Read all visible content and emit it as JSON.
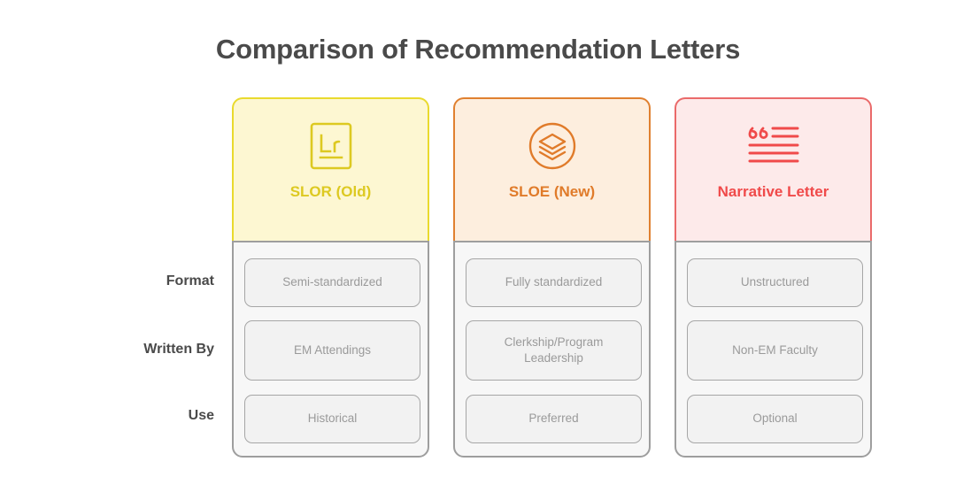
{
  "title": "Comparison of Recommendation Letters",
  "row_labels": [
    "Format",
    "Written By",
    "Use"
  ],
  "columns": [
    {
      "label": "SLOR (Old)",
      "icon": "letter-document-icon",
      "accent": "#ddc921",
      "header_bg": "#fdf7d2",
      "header_border": "#e9da2e",
      "cells": [
        "Semi-standardized",
        "EM Attendings",
        "Historical"
      ]
    },
    {
      "label": "SLOE (New)",
      "icon": "layers-circle-icon",
      "accent": "#e07b2a",
      "header_bg": "#fdeede",
      "header_border": "#e0802f",
      "cells": [
        "Fully standardized",
        "Clerkship/Program Leadership",
        "Preferred"
      ]
    },
    {
      "label": "Narrative Letter",
      "icon": "quote-lines-icon",
      "accent": "#f04a4a",
      "header_bg": "#fdeaea",
      "header_border": "#ea6a6a",
      "cells": [
        "Unstructured",
        "Non-EM Faculty",
        "Optional"
      ]
    }
  ]
}
